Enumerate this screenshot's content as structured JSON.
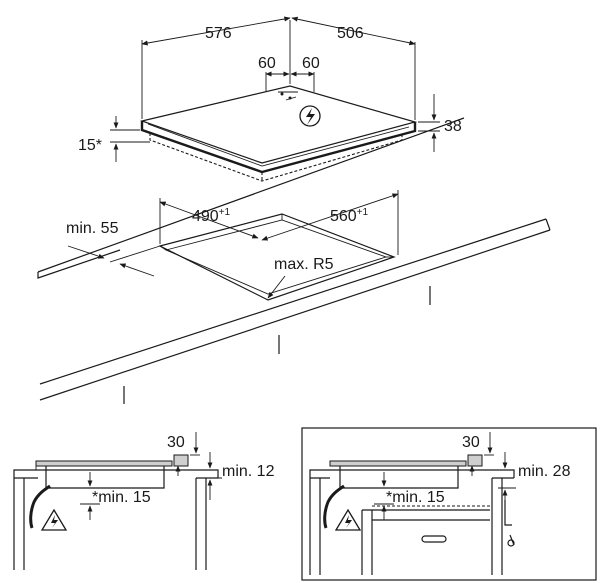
{
  "top_view": {
    "dim_width": "576",
    "dim_depth": "506",
    "dim_offset_left": "60",
    "dim_offset_right": "60",
    "dim_height": "38",
    "dim_front": "15*"
  },
  "cutout": {
    "dim_width": "490",
    "dim_width_tol": "+1",
    "dim_depth": "560",
    "dim_depth_tol": "+1",
    "dim_edge": "min. 55",
    "radius": "max. R5"
  },
  "side_left": {
    "dim_top": "30",
    "dim_right": "min. 12",
    "dim_below": "*min. 15"
  },
  "side_right": {
    "dim_top": "30",
    "dim_right": "min. 28",
    "dim_below": "*min. 15"
  }
}
